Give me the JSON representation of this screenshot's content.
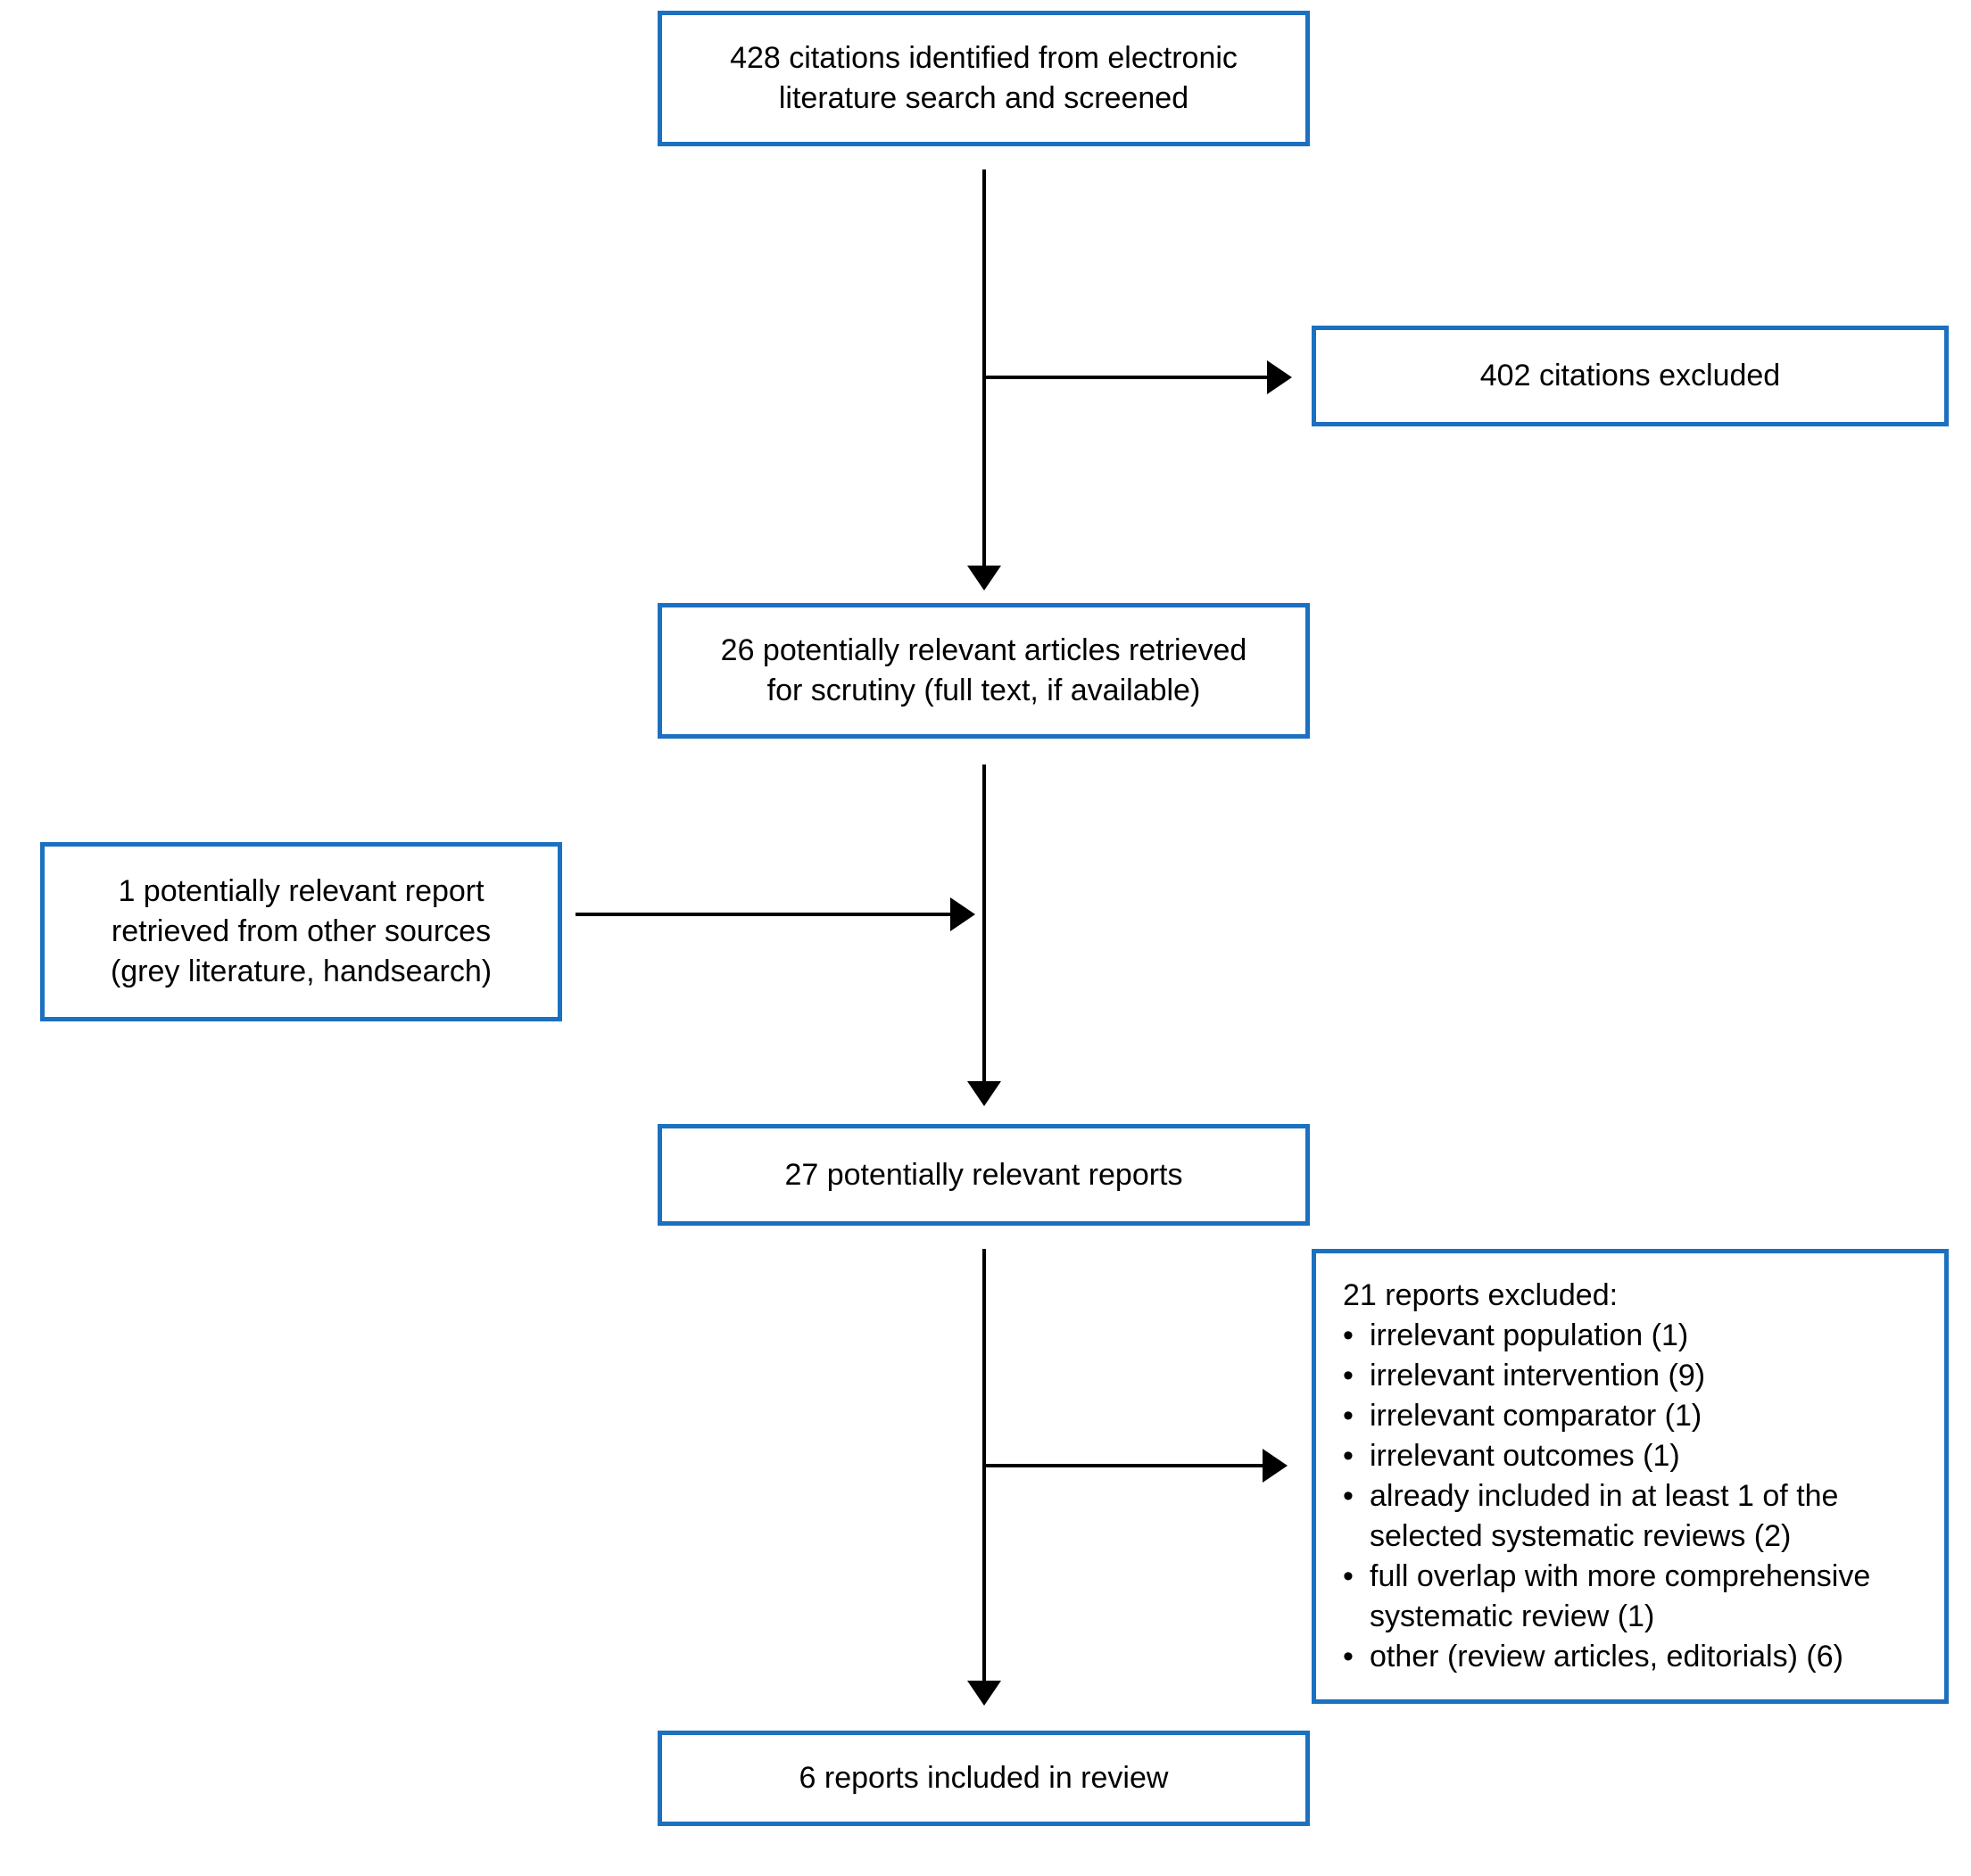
{
  "figure": {
    "kind": "literature-screening-flow-diagram",
    "colors": {
      "box_border": "#1c70c0",
      "connector": "#000000",
      "text": "#000000",
      "background": "#ffffff"
    }
  },
  "boxes": {
    "screened": {
      "text": "428 citations identified from electronic\nliterature search and screened"
    },
    "citations_excluded": {
      "text": "402 citations excluded"
    },
    "retrieved": {
      "text": "26 potentially relevant articles retrieved\nfor scrutiny (full text, if available)"
    },
    "other_sources": {
      "text": "1 potentially relevant report\nretrieved from other sources\n(grey literature, handsearch)"
    },
    "potentially_relevant": {
      "text": "27 potentially relevant reports"
    },
    "reports_excluded": {
      "title": "21 reports excluded:",
      "bullet": "•",
      "items": [
        "irrelevant population (1)",
        "irrelevant intervention (9)",
        "irrelevant comparator (1)",
        "irrelevant outcomes (1)",
        "already included in at least 1 of the selected systematic reviews (2)",
        "full overlap with more comprehensive systematic review (1)",
        "other (review articles, editorials) (6)"
      ]
    },
    "included": {
      "text": "6 reports included in review"
    }
  }
}
